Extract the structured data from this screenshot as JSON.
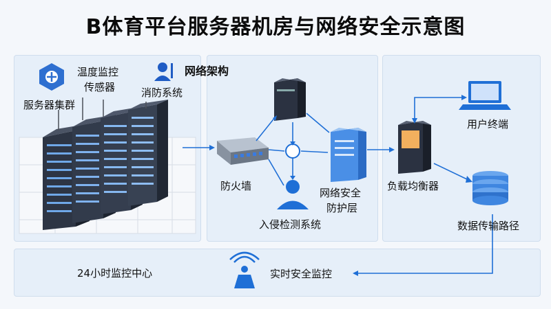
{
  "title": "B体育平台服务器机房与网络安全示意图",
  "labels": {
    "server_cluster": "服务器集群",
    "temp_sensor_line1": "温度监控",
    "temp_sensor_line2": "传感器",
    "fire_system": "消防系统",
    "network_arch": "网络架构",
    "firewall": "防火墙",
    "security_layer_line1": "网络安全",
    "security_layer_line2": "防护层",
    "ids": "入侵检测系统",
    "user_terminal": "用户终端",
    "load_balancer": "负载均衡器",
    "data_path": "数据传输路径",
    "monitor_center": "24小时监控中心",
    "realtime_monitor": "实时安全监控"
  },
  "colors": {
    "accent_blue": "#1f6fd6",
    "panel_bg": "#e6eff9",
    "rack_dark": "#2a3140"
  }
}
